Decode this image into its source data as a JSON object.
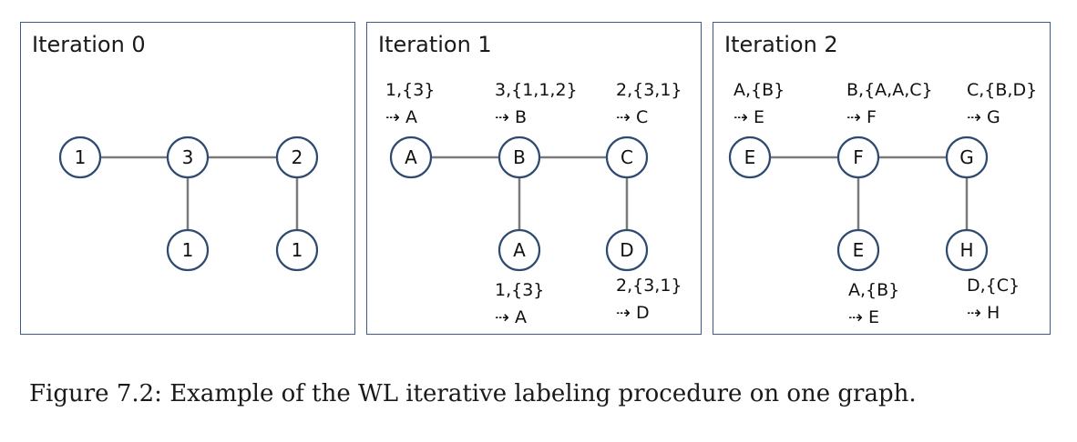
{
  "caption": "Figure 7.2: Example of the WL iterative labeling procedure on one graph.",
  "panels": [
    {
      "title": "Iteration 0",
      "nodes": [
        "1",
        "3",
        "2",
        "1",
        "1"
      ],
      "annotations": [
        null,
        null,
        null,
        null,
        null
      ]
    },
    {
      "title": "Iteration 1",
      "nodes": [
        "A",
        "B",
        "C",
        "A",
        "D"
      ],
      "annotations": [
        {
          "multiset": "1,{3}",
          "result": "⇢ A"
        },
        {
          "multiset": "3,{1,1,2}",
          "result": "⇢ B"
        },
        {
          "multiset": "2,{3,1}",
          "result": "⇢ C"
        },
        {
          "multiset": "1,{3}",
          "result": "⇢ A"
        },
        {
          "multiset": "2,{3,1}",
          "result": "⇢ D"
        }
      ]
    },
    {
      "title": "Iteration 2",
      "nodes": [
        "E",
        "F",
        "G",
        "E",
        "H"
      ],
      "annotations": [
        {
          "multiset": "A,{B}",
          "result": "⇢ E"
        },
        {
          "multiset": "B,{A,A,C}",
          "result": "⇢ F"
        },
        {
          "multiset": "C,{B,D}",
          "result": "⇢ G"
        },
        {
          "multiset": "A,{B}",
          "result": "⇢ E"
        },
        {
          "multiset": "D,{C}",
          "result": "⇢ H"
        }
      ]
    }
  ],
  "edges": [
    [
      0,
      1
    ],
    [
      1,
      2
    ],
    [
      1,
      3
    ],
    [
      2,
      4
    ]
  ]
}
